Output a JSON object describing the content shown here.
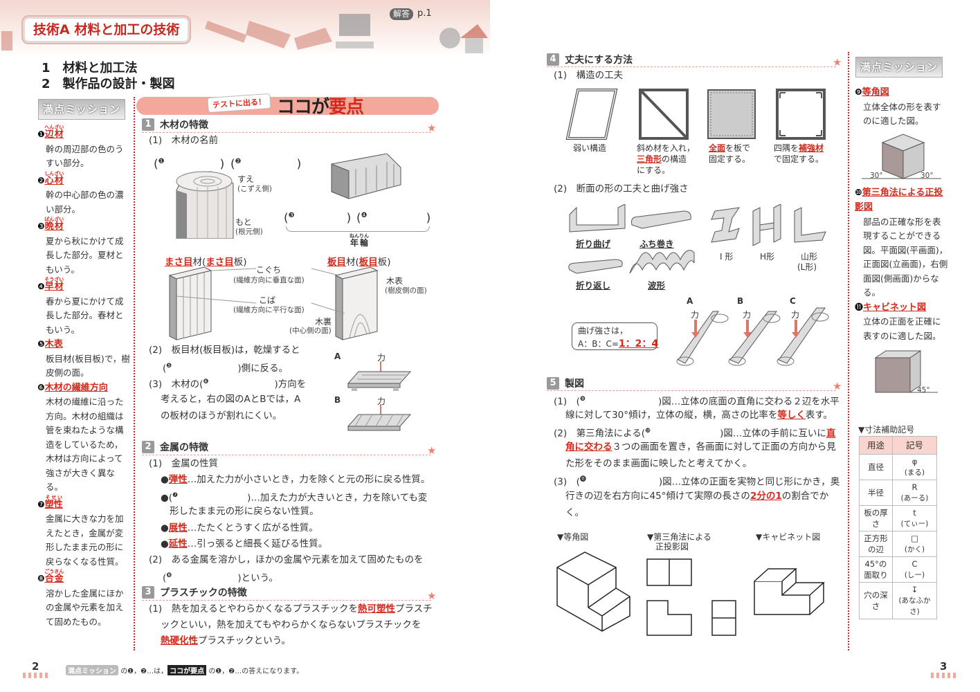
{
  "header": {
    "title": "技術A 材料と加工の技術",
    "answer_badge": "解答",
    "answer_page": "p.1",
    "subtitles": [
      "1　材料と加工法",
      "2　製作品の設計・製図"
    ]
  },
  "mission_label": "満点ミッション",
  "left_sidebar": [
    {
      "num": "❶",
      "term": "辺材",
      "ruby": "へんざい",
      "desc": "幹の周辺部の色のうすい部分。"
    },
    {
      "num": "❷",
      "term": "心材",
      "ruby": "しんざい",
      "desc": "幹の中心部の色の濃い部分。"
    },
    {
      "num": "❸",
      "term": "晩材",
      "ruby": "ばんざい",
      "desc": "夏から秋にかけて成長した部分。夏材ともいう。"
    },
    {
      "num": "❹",
      "term": "早材",
      "ruby": "そうざい",
      "desc": "春から夏にかけて成長した部分。春材ともいう。"
    },
    {
      "num": "❺",
      "term": "木表",
      "ruby": "",
      "desc": "板目材(板目板)で，樹皮側の面。"
    },
    {
      "num": "❻",
      "term": "木材の繊維方向",
      "ruby": "",
      "desc": "木材の繊維に沿った方向。木材の組織は管を束ねたような構造をしているため，木材は方向によって強さが大きく異なる。"
    },
    {
      "num": "❼",
      "term": "塑性",
      "ruby": "そせい",
      "desc": "金属に大きな力を加えたとき，金属が変形したまま元の形に戻らなくなる性質。"
    },
    {
      "num": "❽",
      "term": "合金",
      "ruby": "ごうきん",
      "desc": "溶かした金属にほかの金属や元素を加えて固めたもの。"
    }
  ],
  "koko": {
    "tag": "テストに出る！",
    "title_a": "ココが",
    "title_b": "要点"
  },
  "sec1": {
    "num": "1",
    "title": "木材の特徴",
    "q1": "(1)　木材の名前",
    "blanks": [
      "❶",
      "❷",
      "❸",
      "❹"
    ],
    "sue": "すえ",
    "sue_sub": "(こずえ側)",
    "moto": "もと",
    "moto_sub": "(根元側)",
    "nenrin": "年輪",
    "nenrin_ruby": "ねんりん",
    "masame_a": "まさ目",
    "masame_b": "材(",
    "masame_c": "まさ目",
    "masame_d": "板)",
    "itame_a": "板目",
    "itame_b": "材(",
    "itame_c": "板目",
    "itame_d": "板)",
    "koguchi": "こぐち",
    "koguchi_sub": "(繊維方向に垂直な面)",
    "koba": "こば",
    "koba_sub": "(繊維方向に平行な面)",
    "kiomote": "木表",
    "kiomote_sub": "(樹皮側の面)",
    "kiura": "木裏",
    "kiura_sub": "(中心側の面)",
    "q2_l1": "(2)　板目材(板目板)は，乾燥すると",
    "q2_blank": "❺",
    "q2_l2": ")側に反る。",
    "q3_a": "(3)　木材の",
    "q3_blank": "❻",
    "q3_b": ")方向を",
    "q3_l2": "考えると，右の図のAとBでは，A",
    "q3_l3": "の板材のほうが割れにくい。",
    "fig_a": "A",
    "fig_b": "B",
    "force": "力"
  },
  "sec2": {
    "num": "2",
    "title": "金属の特徴",
    "q1": "(1)　金属の性質",
    "elastic_term": "弾性",
    "elastic_desc": "…加えた力が小さいとき，力を除くと元の形に戻る性質。",
    "plastic_blank": "❼",
    "plastic_desc": ")…加えた力が大きいとき，力を除いても変",
    "plastic_desc2": "形したまま元の形に戻らない性質。",
    "malleable_term": "展性",
    "malleable_desc": "…たたくとうすく広がる性質。",
    "ductile_term": "延性",
    "ductile_desc": "…引っ張ると細長く延びる性質。",
    "q2": "(2)　ある金属を溶かし，ほかの金属や元素を加えて固めたものを",
    "q2_blank": "❽",
    "q2_end": ")という。"
  },
  "sec3": {
    "num": "3",
    "title": "プラスチックの特徴",
    "l1a": "(1)　熱を加えるとやわらかくなるプラスチックを",
    "l1b": "熱可塑性",
    "l1c": "プラスチ",
    "l2": "ックといい，熱を加えてもやわらかくならないプラスチックを",
    "l3a": "熱硬化性",
    "l3b": "プラスチックという。"
  },
  "sec4": {
    "num": "4",
    "title": "丈夫にする方法",
    "q1": "(1)　構造の工夫",
    "frames": [
      {
        "lines": [
          [
            {
              "t": "弱い構造"
            }
          ]
        ]
      },
      {
        "lines": [
          [
            {
              "t": "斜め材を入れ，"
            }
          ],
          [
            {
              "t": "三角形",
              "red": true
            },
            {
              "t": "の構造"
            }
          ],
          [
            {
              "t": "にする。"
            }
          ]
        ]
      },
      {
        "lines": [
          [
            {
              "t": "全面",
              "red": true
            },
            {
              "t": "を板で"
            }
          ],
          [
            {
              "t": "固定する。"
            }
          ]
        ]
      },
      {
        "lines": [
          [
            {
              "t": "四隅を"
            },
            {
              "t": "補強材",
              "red": true
            }
          ],
          [
            {
              "t": "で固定する。"
            }
          ]
        ]
      }
    ],
    "q2": "(2)　断面の形の工夫と曲げ強さ",
    "sheet_labels": [
      "折り曲げ",
      "ふち巻き",
      "折り返し",
      "波形"
    ],
    "beam_labels": [
      "I 形",
      "H形",
      "山形",
      "(L形)"
    ],
    "bend": {
      "letters": [
        "A",
        "B",
        "C"
      ],
      "force": "力",
      "bubble_l1": "曲げ強さは，",
      "bubble_l2": "A：B：C=",
      "ratio": "1：2：4"
    }
  },
  "sec5": {
    "num": "5",
    "title": "製図",
    "l1a": "(1)　(",
    "l1_blank": "❾",
    "l1b": ")図…立体の底面の直角に交わる２辺を水平",
    "l2a": "線に対して30°傾け，立体の縦，横，高さの比率を",
    "l2b": "等しく",
    "l2c": "表す。",
    "l3a": "(2)　第三角法による(",
    "l3_blank": "❿",
    "l3b": ")図…立体の手前に互いに",
    "l3c": "直",
    "l4a": "角に交わる",
    "l4b": "３つの画面を置き，各画面に対して正面の方向から見",
    "l5": "た形をそのまま画面に映したと考えてかく。",
    "l6a": "(3)　(",
    "l6_blank": "⓫",
    "l6b": ")図…立体の正面を実物と同じ形にかき，奥",
    "l7a": "行きの辺を右方向に45°傾けて実際の長さの",
    "l7b": "2分の1",
    "l7c": "の割合でか",
    "l8": "く。",
    "fig_labels": [
      "▼等角図",
      "▼第三角法による",
      "正投影図",
      "▼キャビネット図"
    ]
  },
  "right_sidebar": [
    {
      "num": "❾",
      "term": "等角図",
      "desc": "立体全体の形を表すのに適した図。",
      "angles": [
        "30°",
        "30°"
      ]
    },
    {
      "num": "❿",
      "term": "第三角法による正投影図",
      "desc": "部品の正確な形を表現することができる図。平面図(平画面)，正面図(立画面)，右側面図(側画面)からなる。"
    },
    {
      "num": "⓫",
      "term": "キャビネット図",
      "desc": "立体の正面を正確に表すのに適した図。",
      "angles": [
        "45°"
      ]
    }
  ],
  "symbol_table": {
    "caption": "▼寸法補助記号",
    "headers": [
      "用途",
      "記号"
    ],
    "rows": [
      {
        "use": "直径",
        "sym": "φ",
        "read": "(まる)"
      },
      {
        "use": "半径",
        "sym": "R",
        "read": "(あーる)"
      },
      {
        "use": "板の厚さ",
        "sym": "t",
        "read": "(てぃー)"
      },
      {
        "use": "正方形の辺",
        "sym": "□",
        "read": "(かく)"
      },
      {
        "use": "45°の面取り",
        "sym": "C",
        "read": "(しー)"
      },
      {
        "use": "穴の深さ",
        "sym": "↧",
        "read": "(あなふかさ)"
      }
    ]
  },
  "footer": {
    "page_left": "2",
    "page_right": "3",
    "badge1": "満点ミッション",
    "text1": "の❶，❷…は，",
    "badge2": "ココが要点",
    "text2": "の❶，❷…の答えになります。"
  },
  "colors": {
    "accent_red": "#d42a1d",
    "band_pink": "#f2a89a",
    "heading_gray": "#999999"
  }
}
